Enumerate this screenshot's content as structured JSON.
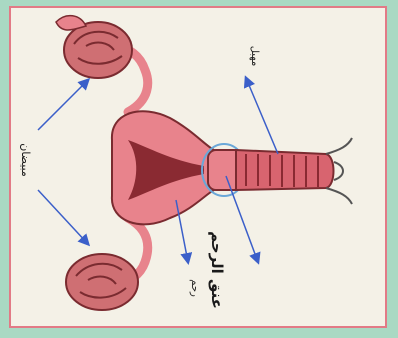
{
  "labels": {
    "ovaries": "مبيضان",
    "uterine_neck": "عنق الرحم",
    "uterus": "رحم",
    "vagina": "مهبل"
  },
  "colors": {
    "background": "#a9d9c3",
    "paper": "#f4f1e7",
    "border": "#e27a86",
    "tissue": "#e8838c",
    "tissue_dark": "#8a2a32",
    "ovary": "#cf6f73",
    "arrow": "#3b5fc9",
    "circle": "#6aa7d8"
  }
}
